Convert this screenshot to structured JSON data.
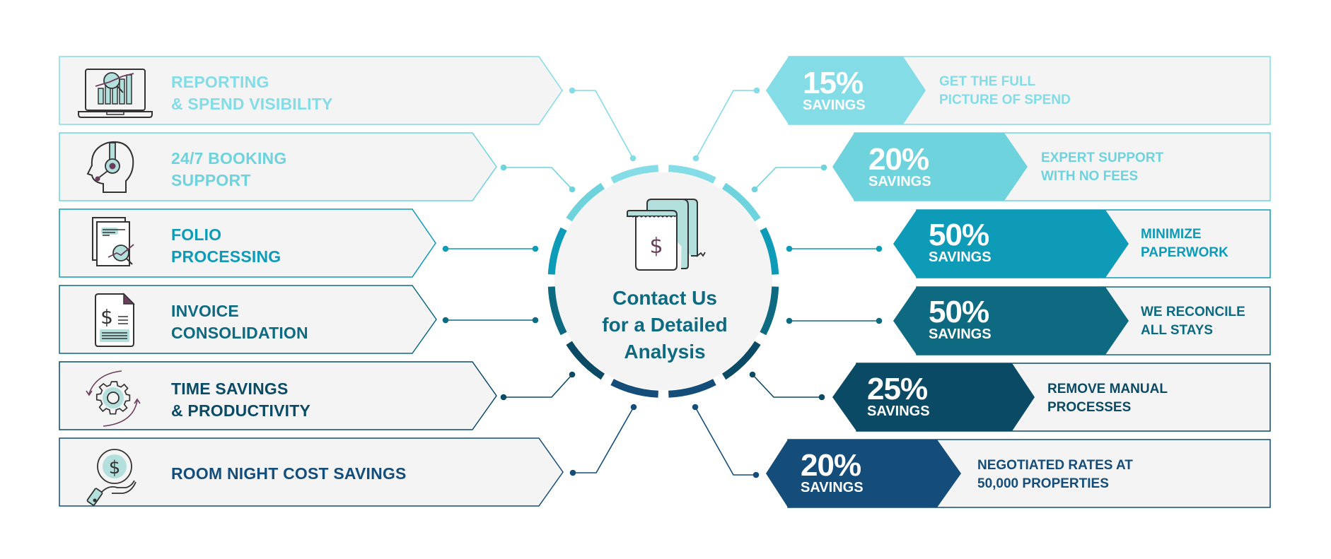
{
  "center": {
    "line1": "Contact Us",
    "line2": "for a Detailed",
    "line3": "Analysis",
    "icon": "receipt-dollar-icon",
    "text_color": "#0E6A80"
  },
  "features": [
    {
      "line1": "REPORTING",
      "line2": "& SPEND VISIBILITY",
      "icon": "laptop-chart-magnifier-icon",
      "color": "#84DCE6"
    },
    {
      "line1": "24/7 BOOKING",
      "line2": "SUPPORT",
      "icon": "headset-agent-icon",
      "color": "#6FD3DE"
    },
    {
      "line1": "FOLIO",
      "line2": "PROCESSING",
      "icon": "document-magnifier-icon",
      "color": "#0E9BB8"
    },
    {
      "line1": "INVOICE",
      "line2": "CONSOLIDATION",
      "icon": "invoice-dollar-icon",
      "color": "#0E6A80"
    },
    {
      "line1": "TIME SAVINGS",
      "line2": "& PRODUCTIVITY",
      "icon": "gear-cycle-icon",
      "color": "#0B4A65"
    },
    {
      "line1": "ROOM NIGHT COST SAVINGS",
      "line2": "",
      "icon": "hand-coin-dollar-icon",
      "color": "#154D7A"
    }
  ],
  "benefits": [
    {
      "percent": "15%",
      "savings_label": "SAVINGS",
      "line1": "GET THE FULL",
      "line2": "PICTURE OF SPEND",
      "color": "#84DCE6"
    },
    {
      "percent": "20%",
      "savings_label": "SAVINGS",
      "line1": "EXPERT SUPPORT",
      "line2": "WITH NO FEES",
      "color": "#6FD3DE"
    },
    {
      "percent": "50%",
      "savings_label": "SAVINGS",
      "line1": "MINIMIZE",
      "line2": "PAPERWORK",
      "color": "#0E9BB8"
    },
    {
      "percent": "50%",
      "savings_label": "SAVINGS",
      "line1": "WE RECONCILE",
      "line2": "ALL STAYS",
      "color": "#0E6A80"
    },
    {
      "percent": "25%",
      "savings_label": "SAVINGS",
      "line1": "REMOVE MANUAL",
      "line2": "PROCESSES",
      "color": "#0B4A65"
    },
    {
      "percent": "20%",
      "savings_label": "SAVINGS",
      "line1": "NEGOTIATED RATES AT",
      "line2": "50,000 PROPERTIES",
      "color": "#154D7A"
    }
  ],
  "palette": {
    "panel_fill": "#F4F4F4",
    "icon_stroke": "#333333",
    "icon_fill": "#B3DFDC",
    "icon_accent": "#6B3F5C"
  }
}
